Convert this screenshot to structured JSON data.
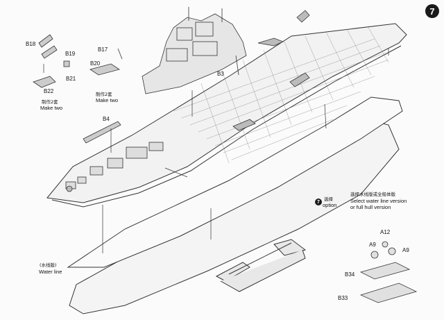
{
  "step": {
    "number": "7"
  },
  "parts": {
    "b18": "B18",
    "b19": "B19",
    "b21": "B21",
    "b22": "B22",
    "b17": "B17",
    "b20": "B20",
    "b3": "B3",
    "b4": "B4",
    "a12": "A12",
    "a9_left": "A9",
    "a9_right": "A9",
    "b34": "B34",
    "b33": "B33"
  },
  "notes": {
    "make_two_left_cn": "制作2套",
    "make_two_left": "Make two",
    "make_two_right_cn": "制作2套",
    "make_two_right": "Make two",
    "option_number": "7",
    "option_cn": "选择",
    "option": "option",
    "select_cn": "选择水线版或全船体版",
    "select_line1": "Select water line version",
    "select_line2": "or full hull version",
    "waterline_cn": "(水线版)",
    "waterline": "Water line"
  },
  "colors": {
    "ink": "#1a1a1a",
    "line": "#333333",
    "paper": "#fbfbfb"
  }
}
